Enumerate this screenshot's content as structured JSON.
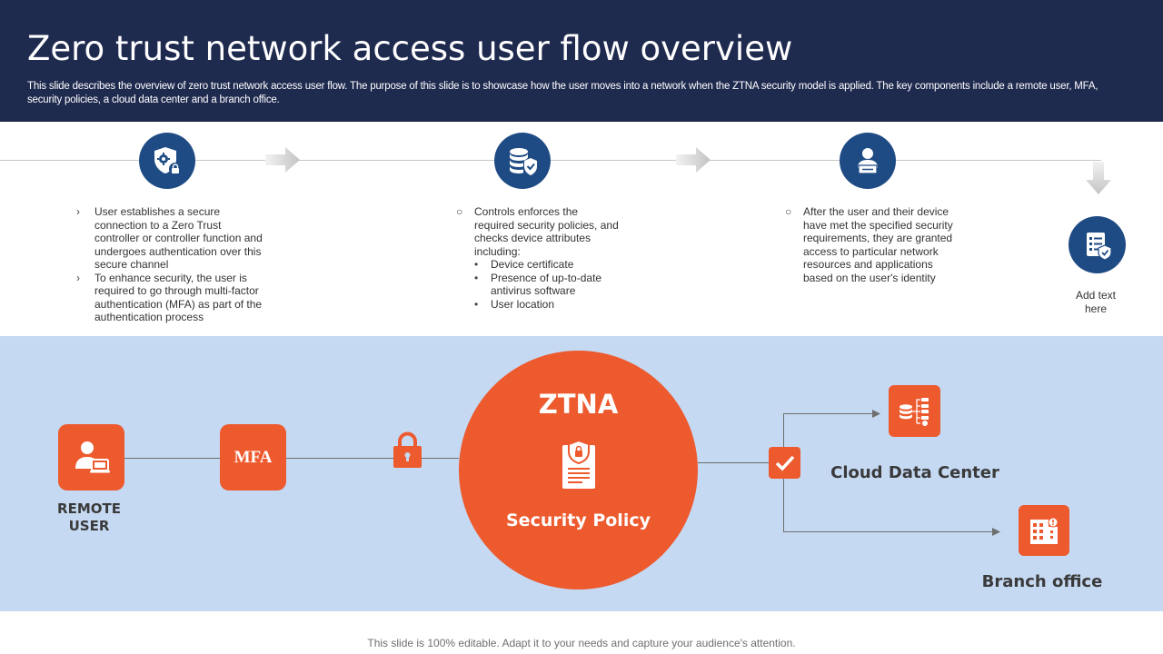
{
  "header": {
    "title": "Zero trust network access user flow overview",
    "description": "This slide describes the overview of zero trust network access user flow. The purpose of this slide is to showcase how the user moves into a network when the ZTNA  security model is applied. The key components include a remote user, MFA,  security policies, a cloud data center and a branch office."
  },
  "steps": [
    {
      "icon": "shield-gear-lock-icon",
      "points": [
        "User establishes a secure connection to a Zero Trust controller or controller function and undergoes authentication over this secure channel",
        "To enhance security, the user is required to go through multi-factor authentication (MFA)  as part of the authentication process"
      ]
    },
    {
      "icon": "database-shield-icon",
      "points": [
        "Controls enforces the required security policies, and checks device attributes including:"
      ],
      "subpoints": [
        "Device certificate",
        "Presence of up-to-date antivirus software",
        "User location"
      ]
    },
    {
      "icon": "user-workstation-icon",
      "points": [
        "After the user and their device have met the specified security requirements, they are granted access to particular network resources and applications based on the user's identity"
      ]
    },
    {
      "icon": "checklist-shield-icon",
      "label": "Add text here"
    }
  ],
  "flow": {
    "remote_user": "REMOTE USER",
    "mfa": "MFA",
    "ztna_title": "ZTNA",
    "security_policy": "Security Policy",
    "cloud_data_center": "Cloud Data Center",
    "branch_office": "Branch office"
  },
  "colors": {
    "header_bg": "#1f2a4f",
    "icon_circle": "#1f4b84",
    "accent_orange": "#ed5a2e",
    "band_bg": "#c5d9f3"
  },
  "footer": {
    "note": "This slide is 100% editable. Adapt it to your needs and capture your audience's attention."
  }
}
